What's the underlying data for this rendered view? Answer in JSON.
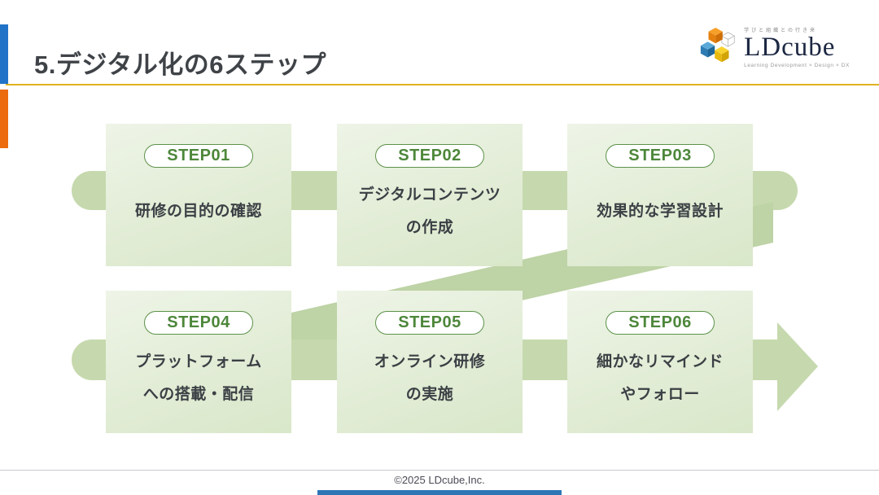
{
  "header": {
    "title": "5.デジタル化の6ステップ",
    "logo": {
      "tagline_top": "学びと組織との行き来",
      "name": "LDcube",
      "tagline_bottom": "Learning Development × Design × DX"
    }
  },
  "steps": [
    {
      "badge": "STEP01",
      "lines": [
        "研修の目的の確認"
      ]
    },
    {
      "badge": "STEP02",
      "lines": [
        "デジタルコンテンツ",
        "の作成"
      ]
    },
    {
      "badge": "STEP03",
      "lines": [
        "効果的な学習設計"
      ]
    },
    {
      "badge": "STEP04",
      "lines": [
        "プラットフォーム",
        "への搭載・配信"
      ]
    },
    {
      "badge": "STEP05",
      "lines": [
        "オンライン研修",
        "の実施"
      ]
    },
    {
      "badge": "STEP06",
      "lines": [
        "細かなリマインド",
        "やフォロー"
      ]
    }
  ],
  "footer": {
    "copyright": "©2025 LDcube,Inc."
  },
  "colors": {
    "accent_blue": "#2173c8",
    "accent_orange": "#ec6b0e",
    "title_underline_gold": "#dfb220",
    "band_green": "#c6d9ae",
    "diagonal_band_green": "#bed3a6",
    "card_green_light": "#e8f0de",
    "badge_green": "#4d873a",
    "text_dark": "#3b4045",
    "footer_bar_blue": "#2e75b6"
  }
}
